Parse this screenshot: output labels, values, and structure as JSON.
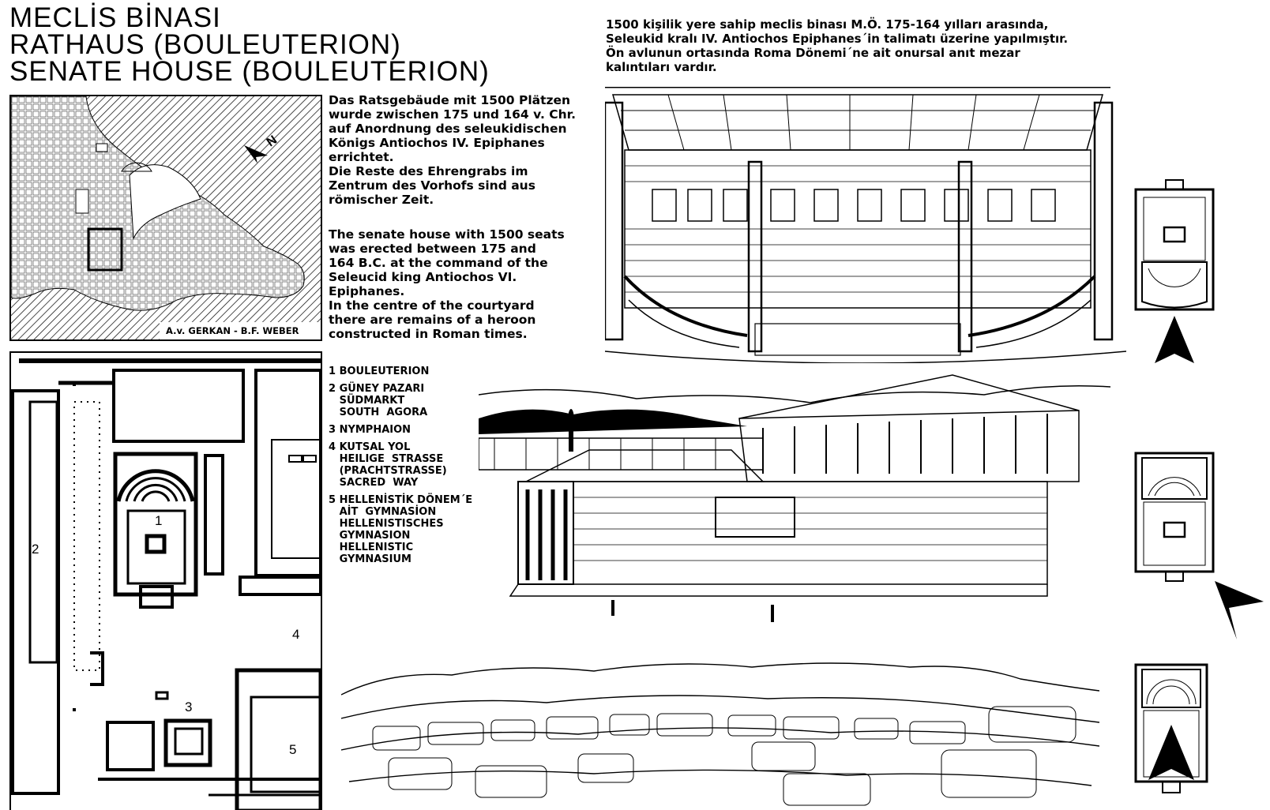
{
  "title": {
    "tr": "MECLİS  BİNASI",
    "de": "RATHAUS (BOULEUTERION)",
    "en": "SENATE  HOUSE (BOULEUTERION)"
  },
  "tr_text": [
    "1500 kişilik yere sahip meclis binası M.Ö. 175-164 yılları arasında,",
    "Seleukid kralı IV. Antiochos  Epiphanes´in talimatı üzerine yapılmıştır.",
    "Ön avlunun ortasında Roma Dönemi´ne ait onursal anıt mezar",
    "kalıntıları vardır."
  ],
  "de_text": [
    "Das Ratsgebäude mit 1500 Plätzen",
    "wurde zwischen 175 und 164 v. Chr.",
    "auf  Anordnung des seleukidischen",
    "Königs Antiochos  IV. Epiphanes",
    "errichtet.",
    "Die Reste des Ehrengrabs im",
    "Zentrum des Vorhofs  sind aus",
    "römischer Zeit."
  ],
  "en_text": [
    "The senate house with 1500 seats",
    "was erected between 175 and",
    "164 B.C. at the command of the",
    "Seleucid king Antiochos  VI.",
    "Epiphanes.",
    "In the centre of the courtyard",
    "there are remains of a heroon",
    "constructed in Roman times."
  ],
  "map_credit": "A.v. GERKAN - B.F. WEBER",
  "legend": [
    [
      "1 BOULEUTERION"
    ],
    [
      "2 GÜNEY  PAZARI",
      "   SÜDMARKT",
      "   SOUTH  AGORA"
    ],
    [
      "3 NYMPHAION"
    ],
    [
      "4 KUTSAL  YOL",
      "   HEILIGE  STRASSE",
      "   (PRACHTSTRASSE)",
      "   SACRED  WAY"
    ],
    [
      "5 HELLENİSTİK  DÖNEM´E",
      "   AİT  GYMNASİON",
      "   HELLENISTISCHES",
      "   GYMNASION",
      "   HELLENISTIC",
      "   GYMNASIUM"
    ]
  ],
  "plan_labels": {
    "n1": "1",
    "n2": "2",
    "n3": "3",
    "n4": "4",
    "n5": "5"
  },
  "colors": {
    "ink": "#000000",
    "paper": "#ffffff"
  }
}
